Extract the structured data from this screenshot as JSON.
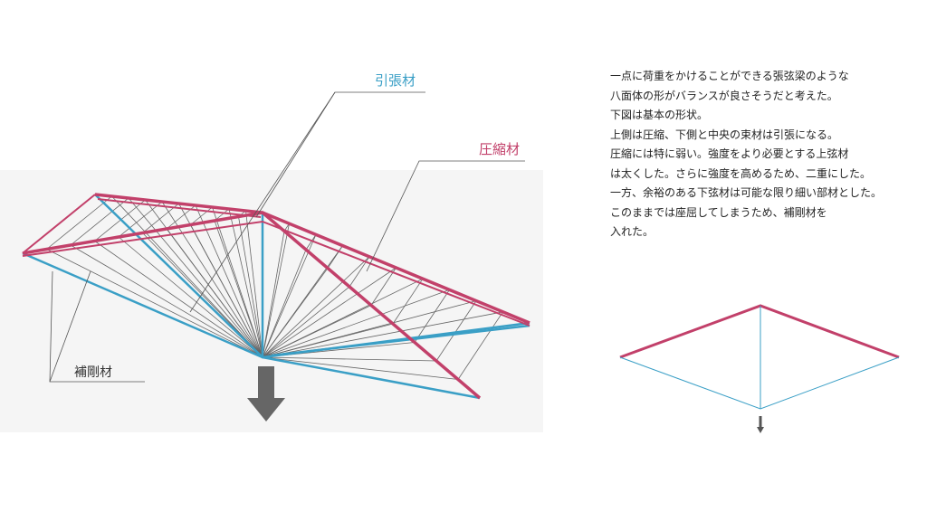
{
  "labels": {
    "tension": "引張材",
    "compression": "圧縮材",
    "stiffener": "補剛材"
  },
  "colors": {
    "tension": "#3a9fc6",
    "compression": "#c2406a",
    "lines": "#555555"
  },
  "description": [
    "一点に荷重をかけることができる張弦梁のような",
    "八面体の形がバランスが良さそうだと考えた。",
    "下図は基本の形状。",
    "上側は圧縮、下側と中央の束材は引張になる。",
    "圧縮には特に弱い。強度をより必要とする上弦材",
    "は太くした。さらに強度を高めるため、二重にした。",
    "一方、余裕のある下弦材は可能な限り細い部材とした。",
    "このままでは座屈してしまうため、補剛材を",
    "入れた。"
  ]
}
